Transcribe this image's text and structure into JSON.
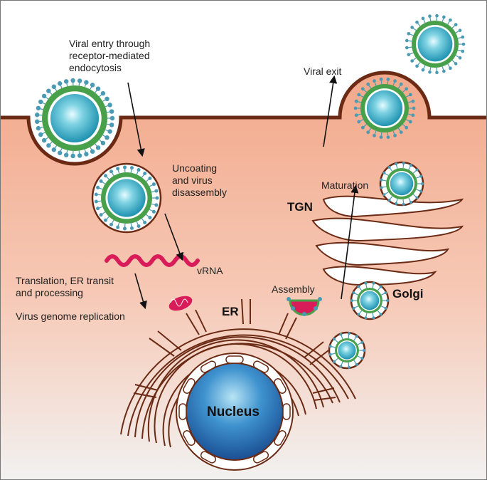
{
  "labels": {
    "viral_entry": [
      "Viral entry through",
      "receptor-mediated",
      "endocytosis"
    ],
    "uncoating": [
      "Uncoating",
      "and virus",
      "disassembly"
    ],
    "vrna": "vRNA",
    "translation": [
      "Translation, ER transit",
      "and processing"
    ],
    "replication": "Virus genome replication",
    "er": "ER",
    "assembly": "Assembly",
    "golgi": "Golgi",
    "tgn": "TGN",
    "maturation": "Maturation",
    "viral_exit": "Viral exit",
    "nucleus": "Nucleus"
  },
  "colors": {
    "membrane": "#6b2a14",
    "cytoplasm_top": "#f2a98b",
    "cytoplasm_bottom": "#f3f2f1",
    "virus_coat": "#49a04a",
    "virus_core": "#22a9c0",
    "spike": "#4a9ab3",
    "nucleus": "#2f78b7",
    "rna": "#d81b59"
  }
}
